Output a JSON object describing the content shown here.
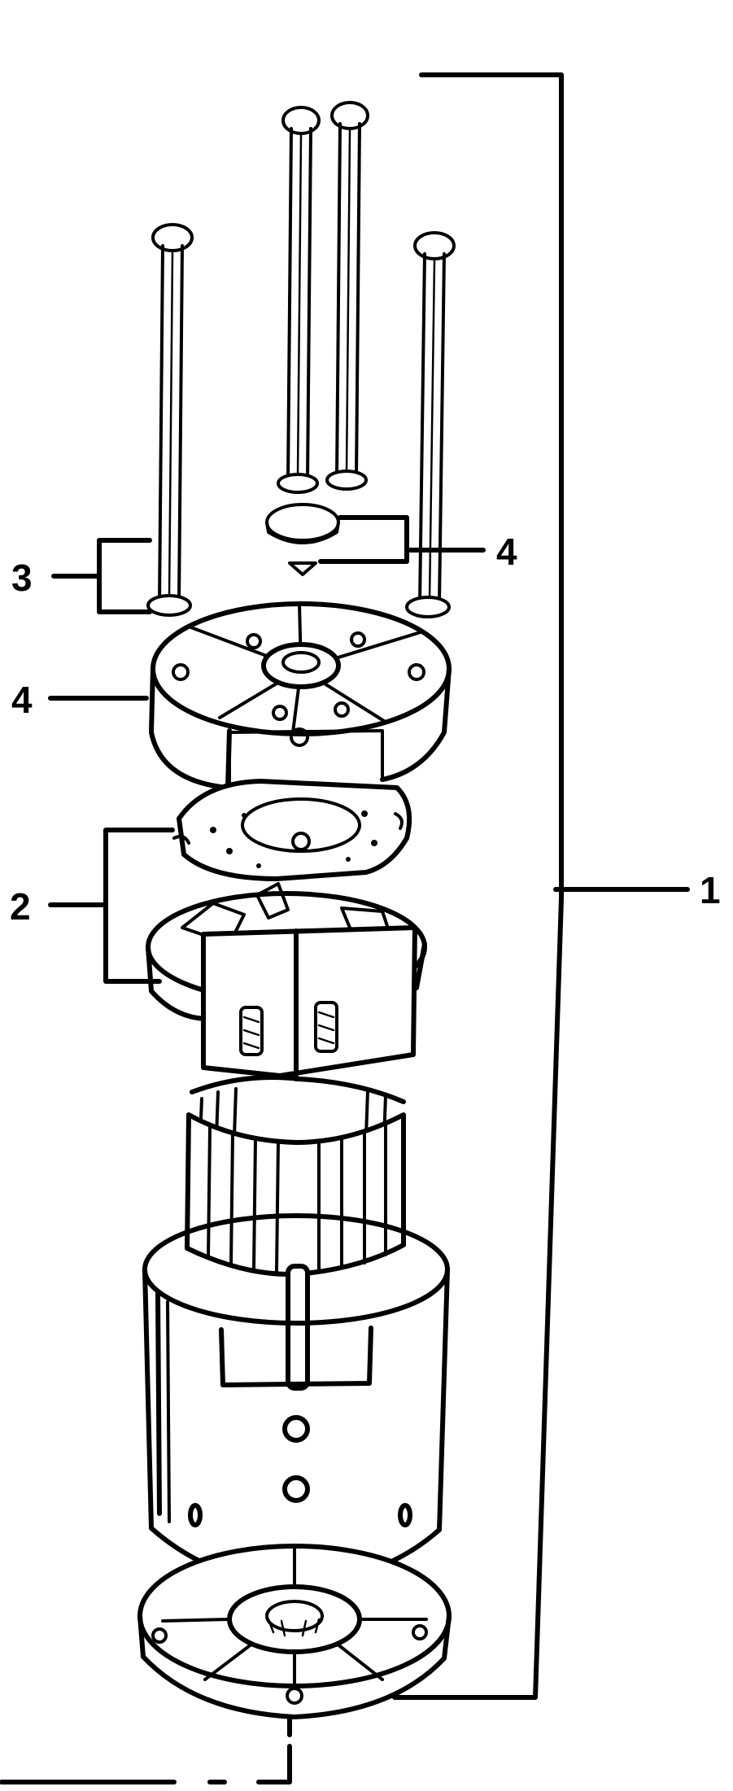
{
  "callouts": {
    "assembly": "1",
    "brush_plate": "2",
    "through_bolts": "3",
    "end_frame": "4",
    "cap": "4"
  }
}
